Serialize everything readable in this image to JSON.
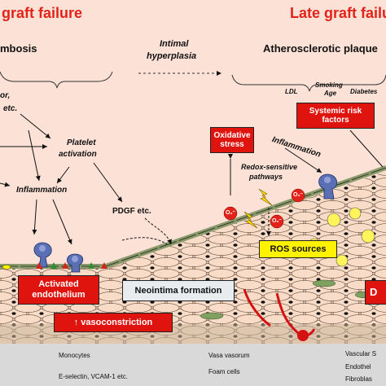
{
  "headings": {
    "early": "graft failure",
    "late": "Late graft failu",
    "thrombosis": "mbosis",
    "intimal_line1": "Intimal",
    "intimal_line2": "hyperplasia",
    "athero": "Atherosclerotic plaque"
  },
  "labels": {
    "tor_etc_1": "or,",
    "tor_etc_2": "etc.",
    "platelet_1": "Platelet",
    "platelet_2": "activation",
    "inflammation_left": "Inflammation",
    "pdgf": "PDGF etc.",
    "ldl": "LDL",
    "smoking_1": "Smoking",
    "smoking_2": "Age",
    "diabetes": "Diabetes",
    "inflammation_right": "Inflammation",
    "redox_1": "Redox-sensitive",
    "redox_2": "pathways",
    "o2": "O₂⁻"
  },
  "boxes": {
    "systemic_1": "Systemic risk",
    "systemic_2": "factors",
    "oxidative_1": "Oxidative",
    "oxidative_2": "stress",
    "ros": "ROS sources",
    "neointima": "Neointima formation",
    "activated_1": "Activated",
    "activated_2": "endothelium",
    "vasoconstriction": "↑ vasoconstriction",
    "right_partial": "D"
  },
  "legend": {
    "monocytes": "Monocytes",
    "selectin": "E-selectin, VCAM-1 etc.",
    "vasa": "Vasa vasorum",
    "foam": "Foam cells",
    "vascular": "Vascular S",
    "endothelial": "Endothel",
    "fibroblast": "Fibroblas"
  },
  "colors": {
    "background": "#fbe1d6",
    "red": "#e3231a",
    "box_red": "#e0140f",
    "box_gray": "#e9ecef",
    "box_yellow": "#fff200",
    "legend_bg": "#d9d9d9",
    "monocyte": "#5b6fb5",
    "smooth_muscle": "#f2c6a8"
  }
}
